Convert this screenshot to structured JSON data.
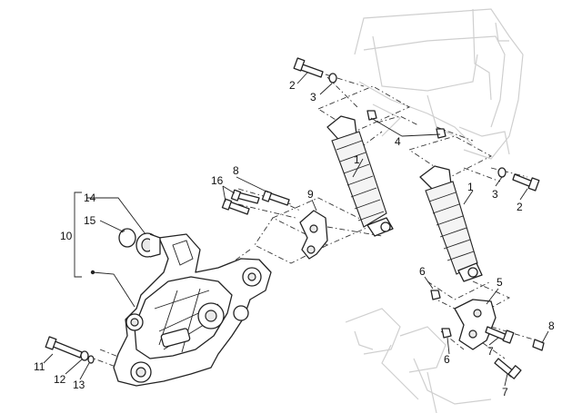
{
  "callouts": [
    {
      "id": "c2a",
      "text": "2"
    },
    {
      "id": "c3a",
      "text": "3"
    },
    {
      "id": "c4",
      "text": "4"
    },
    {
      "id": "c1a",
      "text": "1"
    },
    {
      "id": "c1b",
      "text": "1"
    },
    {
      "id": "c3b",
      "text": "3"
    },
    {
      "id": "c2b",
      "text": "2"
    },
    {
      "id": "c8a",
      "text": "8"
    },
    {
      "id": "c16",
      "text": "16"
    },
    {
      "id": "c9",
      "text": "9"
    },
    {
      "id": "c14",
      "text": "14"
    },
    {
      "id": "c15",
      "text": "15"
    },
    {
      "id": "c10",
      "text": "10"
    },
    {
      "id": "c6a",
      "text": "6"
    },
    {
      "id": "c5",
      "text": "5"
    },
    {
      "id": "c8b",
      "text": "8"
    },
    {
      "id": "c7a",
      "text": "7"
    },
    {
      "id": "c6b",
      "text": "6"
    },
    {
      "id": "c7b",
      "text": "7"
    },
    {
      "id": "c11",
      "text": "11"
    },
    {
      "id": "c12",
      "text": "12"
    },
    {
      "id": "c13",
      "text": "13"
    }
  ]
}
